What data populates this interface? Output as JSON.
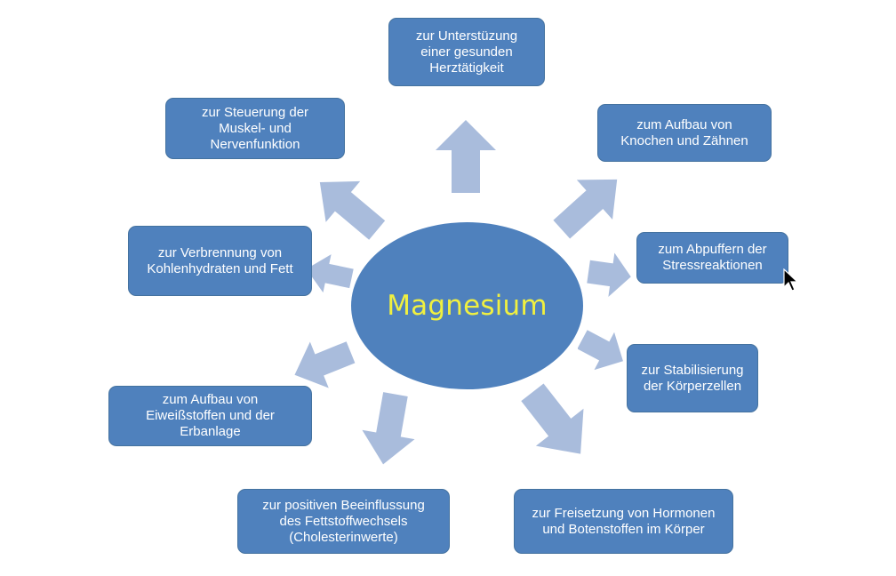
{
  "center": {
    "label": "Magnesium"
  },
  "boxes": [
    {
      "id": "top",
      "text": "zur Unterstüzung\neiner gesunden\nHerztätigkeit"
    },
    {
      "id": "top-right",
      "text": "zum Aufbau von\nKnochen und Zähnen"
    },
    {
      "id": "right-upper",
      "text": "zum Abpuffern der\nStressreaktionen"
    },
    {
      "id": "right-lower",
      "text": "zur Stabilisierung\nder Körperzellen"
    },
    {
      "id": "bottom-right",
      "text": "zur Freisetzung von Hormonen\nund Botenstoffen im Körper"
    },
    {
      "id": "bottom-left",
      "text": "zur positiven Beeinflussung\ndes Fettstoffwechsels\n(Cholesterinwerte)"
    },
    {
      "id": "left-lower",
      "text": "zum Aufbau von\nEiweißstoffen und der\nErbanlage"
    },
    {
      "id": "left-middle",
      "text": "zur Verbrennung von\nKohlenhydraten und Fett"
    },
    {
      "id": "top-left",
      "text": "zur Steuerung der\nMuskel- und\nNervenfunktion"
    }
  ],
  "colors": {
    "box_fill": "#4f81bd",
    "arrow_fill": "#a9bcdc",
    "center_text": "#f0f040",
    "box_text": "#ffffff"
  },
  "icons": [
    "arrow-icon",
    "mouse-cursor-icon"
  ]
}
